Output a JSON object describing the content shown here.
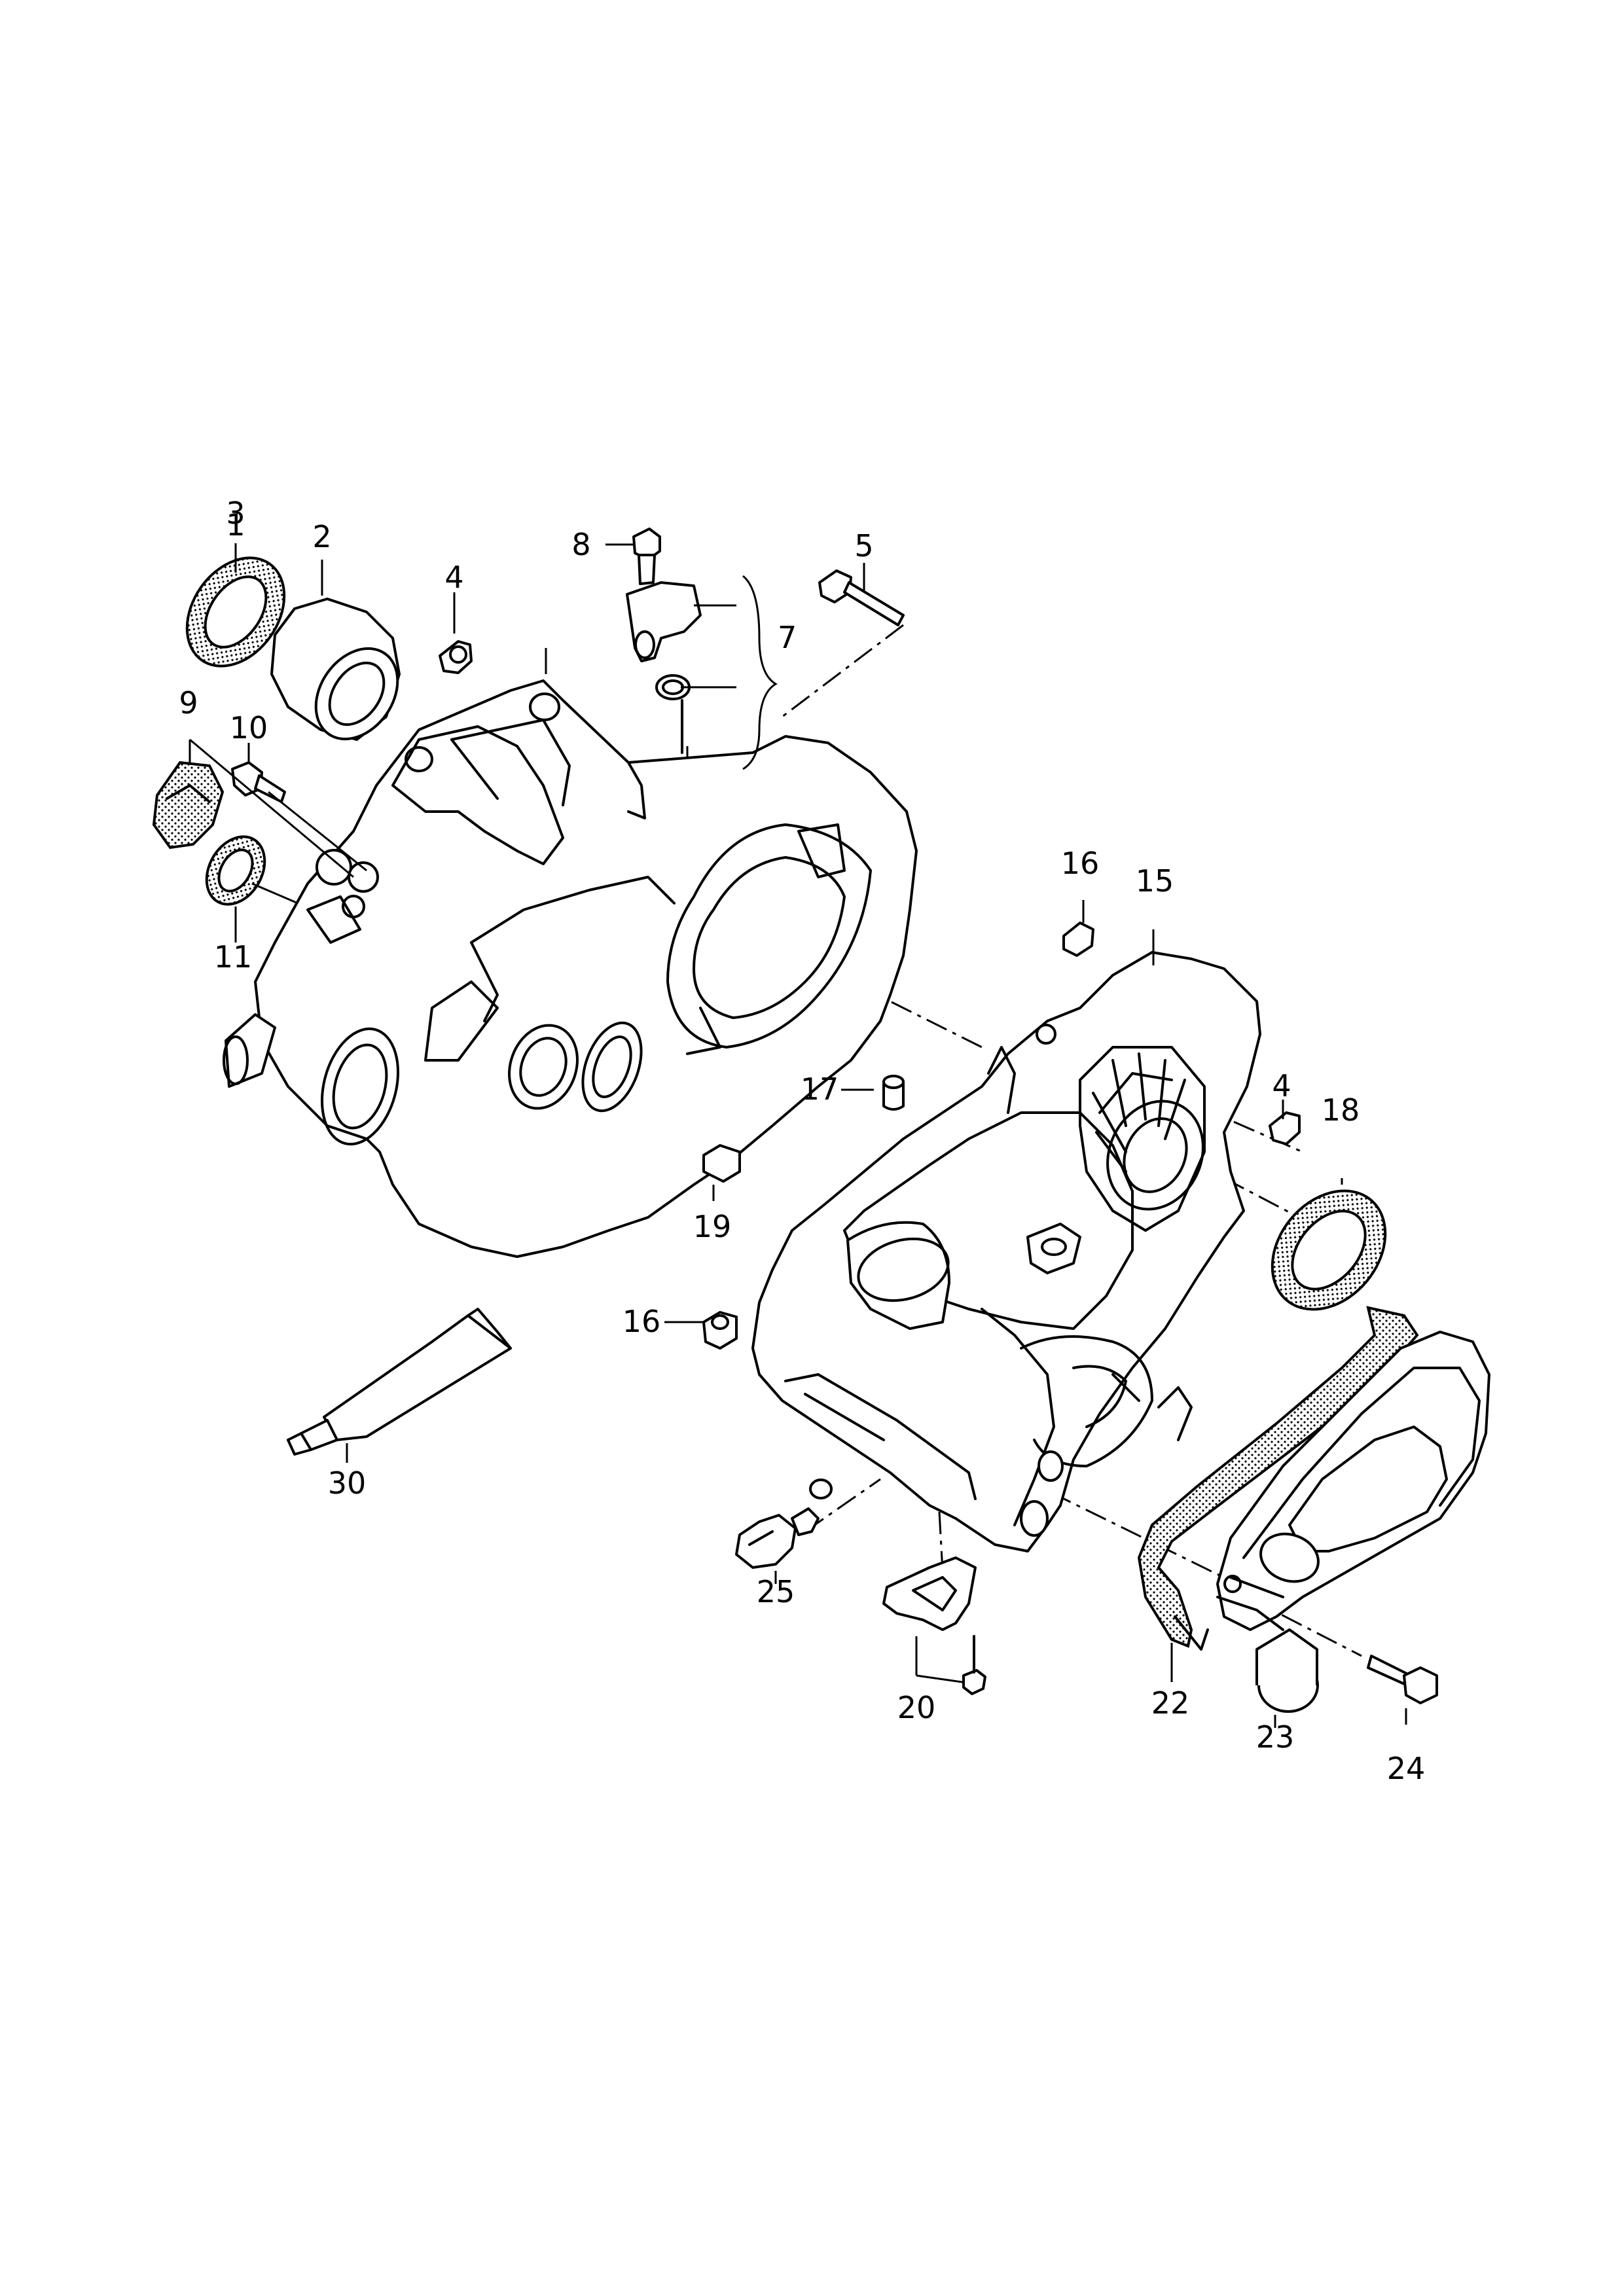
{
  "colors": {
    "line": "#000000",
    "background": "#ffffff"
  },
  "callouts": [
    {
      "id": "c1",
      "label": "1"
    },
    {
      "id": "c2",
      "label": "2"
    },
    {
      "id": "c3",
      "label": "3"
    },
    {
      "id": "c4a",
      "label": "4"
    },
    {
      "id": "c4b",
      "label": "4"
    },
    {
      "id": "c5",
      "label": "5"
    },
    {
      "id": "c7",
      "label": "7"
    },
    {
      "id": "c8",
      "label": "8"
    },
    {
      "id": "c9",
      "label": "9"
    },
    {
      "id": "c10",
      "label": "10"
    },
    {
      "id": "c11",
      "label": "11"
    },
    {
      "id": "c15",
      "label": "15"
    },
    {
      "id": "c16a",
      "label": "16"
    },
    {
      "id": "c16b",
      "label": "16"
    },
    {
      "id": "c17",
      "label": "17"
    },
    {
      "id": "c18",
      "label": "18"
    },
    {
      "id": "c19",
      "label": "19"
    },
    {
      "id": "c20",
      "label": "20"
    },
    {
      "id": "c22",
      "label": "22"
    },
    {
      "id": "c23",
      "label": "23"
    },
    {
      "id": "c24",
      "label": "24"
    },
    {
      "id": "c25",
      "label": "25"
    },
    {
      "id": "c30",
      "label": "30"
    }
  ]
}
